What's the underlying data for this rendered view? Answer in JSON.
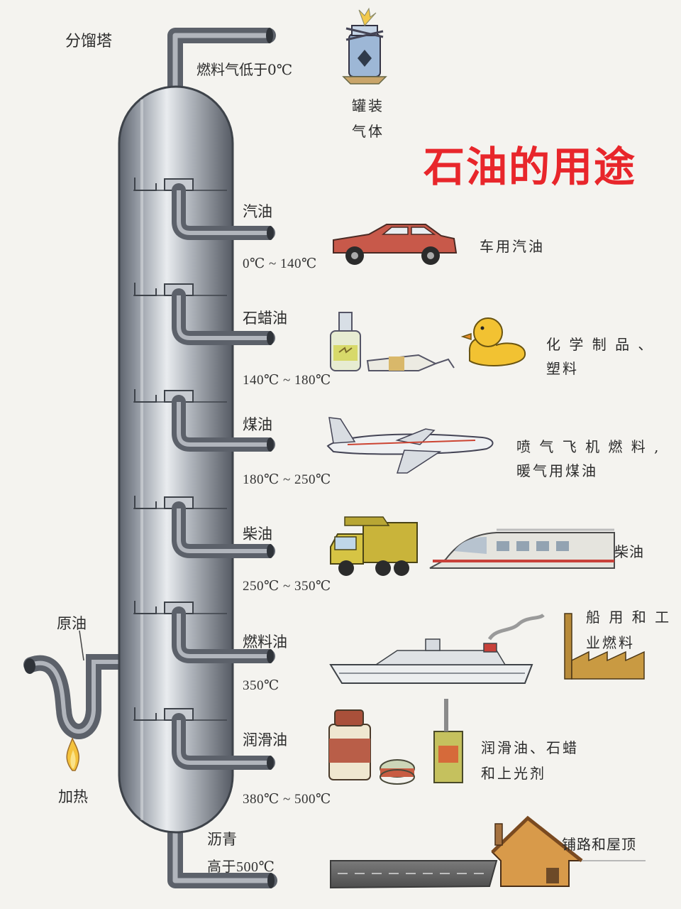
{
  "title": "石油的用途",
  "tower_label": "分馏塔",
  "crude_label": "原油",
  "heat_label": "加热",
  "fractions": [
    {
      "name": "燃料气低于0℃",
      "temp": "",
      "use": [
        "罐装",
        "气体"
      ]
    },
    {
      "name": "汽油",
      "temp": "0℃ ~ 140℃",
      "use": [
        "车用汽油"
      ]
    },
    {
      "name": "石蜡油",
      "temp": "140℃ ~ 180℃",
      "use": [
        "化 学 制 品 、",
        "塑料"
      ]
    },
    {
      "name": "煤油",
      "temp": "180℃ ~ 250℃",
      "use": [
        "喷 气 飞 机 燃 料 ,",
        "暖气用煤油"
      ]
    },
    {
      "name": "柴油",
      "temp": "250℃ ~ 350℃",
      "use": [
        "柴油"
      ]
    },
    {
      "name": "燃料油",
      "temp": "350℃",
      "use": [
        "船 用 和 工",
        "业燃料"
      ]
    },
    {
      "name": "润滑油",
      "temp": "380℃ ~ 500℃",
      "use": [
        "润滑油、石蜡",
        "和上光剂"
      ]
    },
    {
      "name": "沥青",
      "temp": "高于500℃",
      "use": [
        "铺路和屋顶"
      ]
    }
  ],
  "colors": {
    "headline": "#e8262b",
    "tower": "#8a8f99",
    "pipe": "#7d828c"
  },
  "icons": [
    "gas-canister-icon",
    "car-icon",
    "bottle-icon",
    "tube-icon",
    "duck-icon",
    "airplane-icon",
    "truck-icon",
    "train-icon",
    "ship-icon",
    "factory-icon",
    "oil-can-icon",
    "tin-icon",
    "oil-carton-icon",
    "road-icon",
    "house-icon",
    "flame-icon"
  ]
}
